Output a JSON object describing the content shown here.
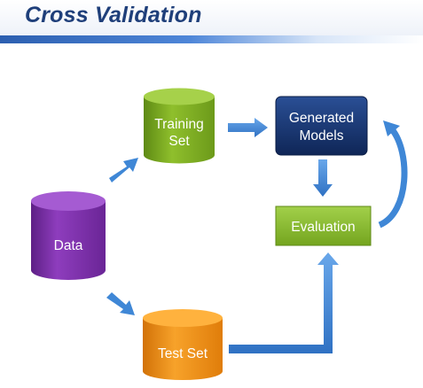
{
  "slide": {
    "title": "Cross Validation"
  },
  "diagram": {
    "nodes": {
      "data": {
        "line1": "Data"
      },
      "training_set": {
        "line1": "Training",
        "line2": "Set"
      },
      "test_set": {
        "line1": "Test Set"
      },
      "generated_models": {
        "line1": "Generated",
        "line2": "Models"
      },
      "evaluation": {
        "line1": "Evaluation"
      }
    },
    "edges": [
      {
        "from": "data",
        "to": "training_set"
      },
      {
        "from": "data",
        "to": "test_set"
      },
      {
        "from": "training_set",
        "to": "generated_models"
      },
      {
        "from": "generated_models",
        "to": "evaluation"
      },
      {
        "from": "test_set",
        "to": "evaluation"
      },
      {
        "from": "evaluation",
        "to": "generated_models"
      }
    ],
    "colors": {
      "data": "#7b2fa8",
      "training_set": "#7fae24",
      "test_set": "#f1920f",
      "generated_models": "#17346e",
      "evaluation": "#8cbf34",
      "arrow": "#3f87d6"
    }
  }
}
